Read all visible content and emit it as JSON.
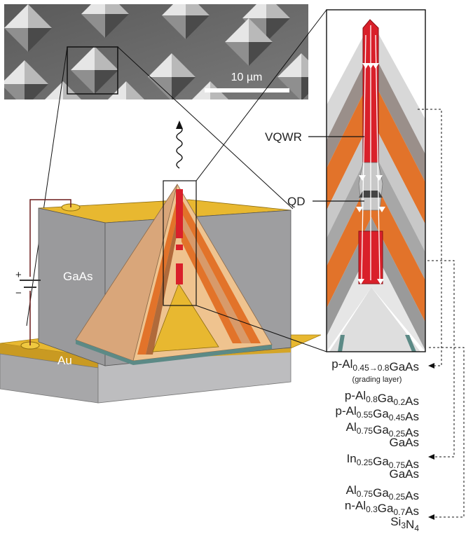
{
  "sem_inset": {
    "scale_label": "10 µm"
  },
  "device": {
    "substrate_label": "GaAs",
    "contact_label": "Au",
    "plus_sign": "+",
    "minus_sign": "−"
  },
  "zoom_inset": {
    "vqwr_label": "VQWR",
    "qd_label": "QD"
  },
  "layer_stack": [
    {
      "name": "layer-1",
      "base": "p-Al",
      "sub1": "0.45→0.8",
      "mid": "GaAs",
      "sub2": "",
      "tail": "",
      "note": "(grading layer)"
    },
    {
      "name": "layer-2",
      "base": "p-Al",
      "sub1": "0.8",
      "mid": "Ga",
      "sub2": "0.2",
      "tail": "As",
      "note": ""
    },
    {
      "name": "layer-3",
      "base": "p-Al",
      "sub1": "0.55",
      "mid": "Ga",
      "sub2": "0.45",
      "tail": "As",
      "note": ""
    },
    {
      "name": "layer-4",
      "base": "Al",
      "sub1": "0.75",
      "mid": "Ga",
      "sub2": "0.25",
      "tail": "As",
      "note": ""
    },
    {
      "name": "layer-5",
      "base": "GaAs",
      "sub1": "",
      "mid": "",
      "sub2": "",
      "tail": "",
      "note": ""
    },
    {
      "name": "layer-6",
      "base": "In",
      "sub1": "0.25",
      "mid": "Ga",
      "sub2": "0.75",
      "tail": "As",
      "note": ""
    },
    {
      "name": "layer-7",
      "base": "GaAs",
      "sub1": "",
      "mid": "",
      "sub2": "",
      "tail": "",
      "note": ""
    },
    {
      "name": "layer-8",
      "base": "Al",
      "sub1": "0.75",
      "mid": "Ga",
      "sub2": "0.25",
      "tail": "As",
      "note": ""
    },
    {
      "name": "layer-9",
      "base": "n-Al",
      "sub1": "0.3",
      "mid": "Ga",
      "sub2": "0.7",
      "tail": "As",
      "note": ""
    },
    {
      "name": "layer-10",
      "base": "Si",
      "sub1": "3",
      "mid": "N",
      "sub2": "4",
      "tail": "",
      "note": ""
    }
  ],
  "colors": {
    "wire": "#d9202a",
    "gold": "#e8b830",
    "orange": "#e2732a",
    "gaas": "#9a9a9c"
  }
}
